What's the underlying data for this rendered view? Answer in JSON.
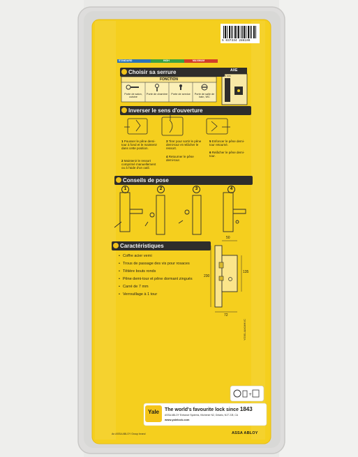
{
  "colors": {
    "card_yellow": "#f5cf1e",
    "band_dark": "#2e2d2b",
    "tier_blue": "#2c74b8",
    "tier_green": "#3aa245",
    "tier_red": "#d23e2a",
    "yale_yellow": "#f5c51a"
  },
  "barcode_number": "5 037334 286109",
  "tiers": [
    "STANDARD",
    "HIGH",
    "MAXIMUM"
  ],
  "axe_label": "AXE",
  "axe_value": "40 mm",
  "section1": {
    "title": "Choisir sa serrure",
    "fonction_header": "FONCTION",
    "columns": [
      "Porte de salon, cuisine",
      "Porte de chambre",
      "Porte de service",
      "Porte de salle de bain, WC"
    ]
  },
  "section2": {
    "title": "Inverser le sens d'ouverture",
    "steps": [
      {
        "num": "1",
        "text": "Pousser le pêne demi-tour à fond et le maintenir dans cette position."
      },
      {
        "num": "2",
        "text": "Maintenir le ressort comprimé manuellement ou à l'aide d'un outil."
      },
      {
        "num": "3",
        "text": "Tirer pour sortir le pêne demi-tour et relâcher le ressort."
      },
      {
        "num": "4",
        "text": "Retourner le pêne demi-tour."
      },
      {
        "num": "5",
        "text": "Enfoncer le pêne demi-tour retourné."
      },
      {
        "num": "6",
        "text": "Relâcher le pêne demi-tour."
      }
    ]
  },
  "section3": {
    "title": "Conseils de pose",
    "steps": [
      "1",
      "2",
      "3",
      "4"
    ]
  },
  "section4": {
    "title": "Caractéristiques",
    "items": [
      "Coffre acier verni",
      "Trous de passage des vis pour rosaces",
      "Têtière bouts ronds",
      "Pêne demi-tour et pêne dormant zingués",
      "Carré de 7 mm",
      "Verrouillage à 1 tour"
    ],
    "dims": {
      "top": "50",
      "side": "135",
      "height": "230",
      "bottom": "72"
    }
  },
  "side_code": "YG95-4AKMHVC",
  "footer": {
    "yale_logo": "Yale",
    "tagline_prefix": "The world's favourite lock since",
    "tagline_year": "1843",
    "address": "ASSA ABLOY Entrance Systems, Kitchener N2, Ontario, N1T 2J5, CA",
    "website": "www.yalelock.com",
    "group_note": "An ASSA ABLOY Group brand",
    "assa_abloy": "ASSA ABLOY"
  }
}
